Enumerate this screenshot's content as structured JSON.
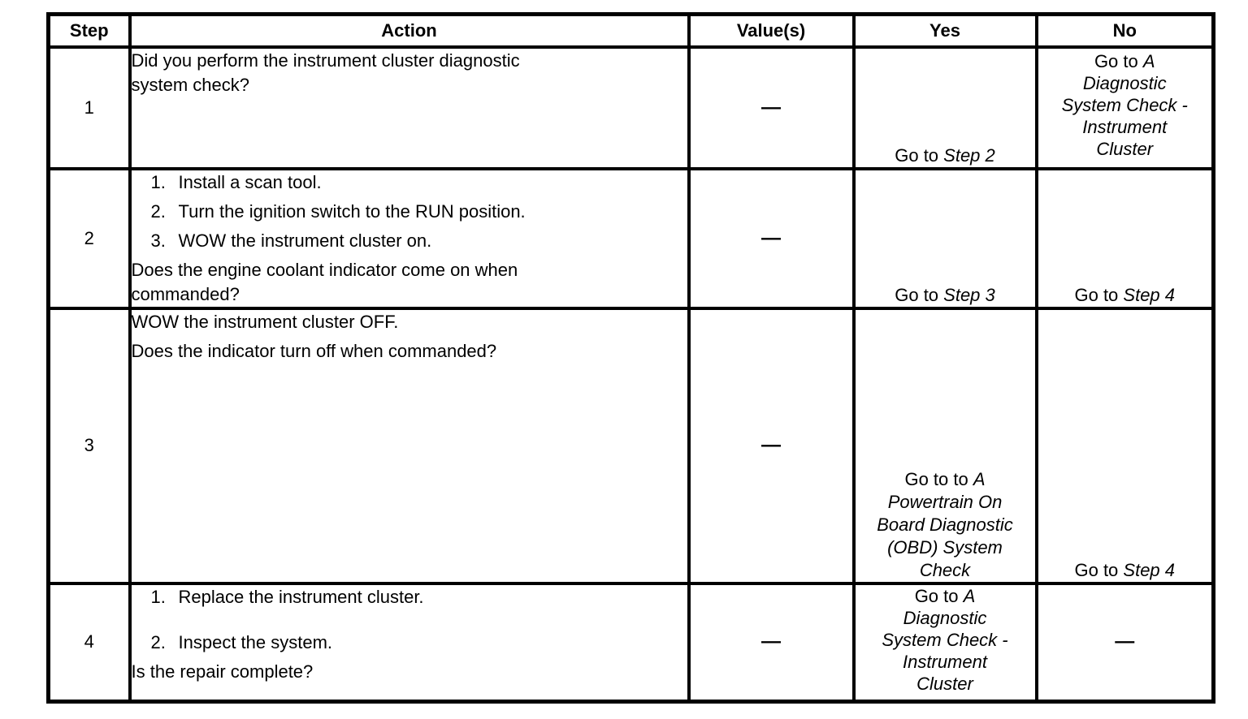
{
  "page": {
    "background": "#ffffff",
    "ink": "#000000"
  },
  "table": {
    "headers": {
      "step": "Step",
      "action": "Action",
      "values": "Value(s)",
      "yes": "Yes",
      "no": "No"
    },
    "rows": [
      {
        "step": "1",
        "action": {
          "p1": "Did you perform the instrument cluster diagnostic system check?"
        },
        "value": "—",
        "yes": {
          "prefix": "Go to ",
          "link": "Step 2"
        },
        "no": {
          "prefix": "Go to ",
          "link": "A Diagnostic System Check - Instrument Cluster"
        }
      },
      {
        "step": "2",
        "action": {
          "items": [
            {
              "num": "1.",
              "text": "Install a scan tool."
            },
            {
              "num": "2.",
              "text": "Turn the ignition switch to the RUN position."
            },
            {
              "num": "3.",
              "text": "WOW the instrument cluster on."
            }
          ],
          "question": "Does the engine coolant indicator come on when commanded?"
        },
        "value": "—",
        "yes": {
          "prefix": "Go to ",
          "link": "Step 3"
        },
        "no": {
          "prefix": "Go to ",
          "link": "Step 4"
        }
      },
      {
        "step": "3",
        "action": {
          "p1": "WOW the instrument cluster OFF.",
          "p2": "Does the indicator turn off when commanded?"
        },
        "value": "—",
        "yes": {
          "prefix": "Go to to ",
          "link": "A Powertrain On Board Diagnostic (OBD) System Check"
        },
        "no": {
          "prefix": "Go to ",
          "link": "Step 4"
        }
      },
      {
        "step": "4",
        "action": {
          "items": [
            {
              "num": "1.",
              "text": "Replace the instrument cluster."
            },
            {
              "num": "2.",
              "text": "Inspect the system."
            }
          ],
          "question": "Is the repair complete?"
        },
        "value": "—",
        "yes": {
          "prefix": "Go to ",
          "link": "A Diagnostic System Check - Instrument Cluster"
        },
        "no": {
          "dash": "—"
        }
      }
    ]
  }
}
